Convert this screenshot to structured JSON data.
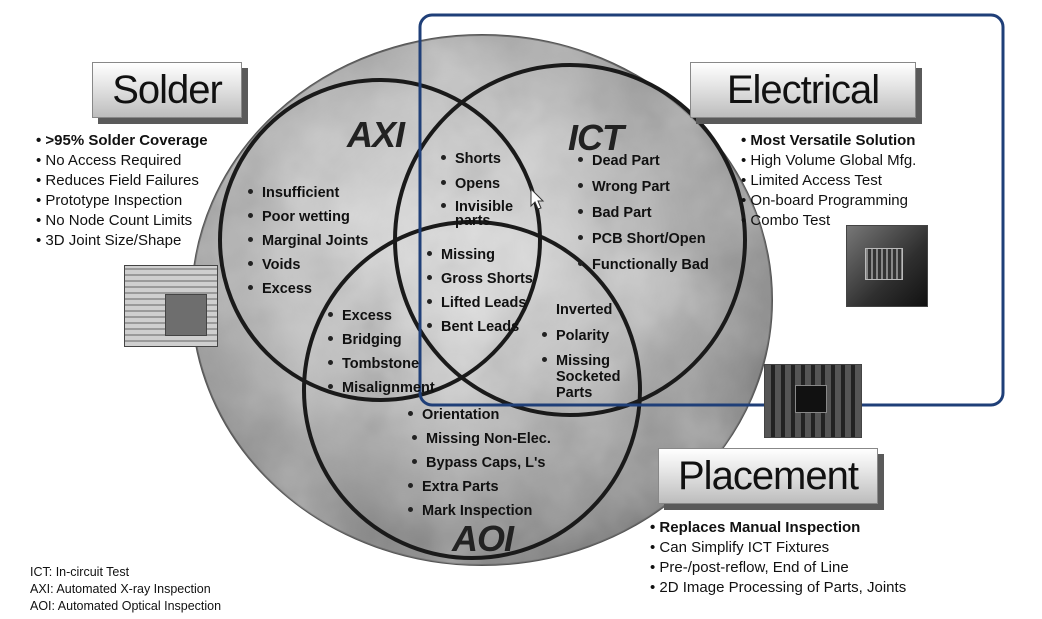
{
  "boxes": {
    "solder": "Solder",
    "electrical": "Electrical",
    "placement": "Placement"
  },
  "solder_bullets": [
    ">95% Solder Coverage",
    "No Access Required",
    "Reduces Field Failures",
    "Prototype Inspection",
    "No Node Count Limits",
    "3D Joint Size/Shape"
  ],
  "electrical_bullets": [
    "Most Versatile Solution",
    "High Volume Global Mfg.",
    "Limited Access Test",
    "On-board Programming",
    "Combo Test"
  ],
  "placement_bullets": [
    "Replaces Manual Inspection",
    "Can Simplify ICT Fixtures",
    "Pre-/post-reflow, End of Line",
    "2D Image Processing of Parts, Joints"
  ],
  "circles": {
    "axi": "AXI",
    "ict": "ICT",
    "aoi": "AOI"
  },
  "axi_only": [
    "Insufficient",
    "Poor wetting",
    "Marginal Joints",
    "Voids",
    "Excess"
  ],
  "axi_ict": [
    "Shorts",
    "Opens",
    "Invisible",
    "parts"
  ],
  "ict_only": [
    "Dead Part",
    "Wrong Part",
    "Bad Part",
    "PCB Short/Open",
    "Functionally Bad"
  ],
  "center": [
    "Missing",
    "Gross Shorts",
    "Lifted Leads",
    "Bent Leads"
  ],
  "axi_aoi": [
    "Excess",
    "Bridging",
    "Tombstone",
    "Misalignment"
  ],
  "ict_aoi": [
    "Inverted",
    "Polarity",
    "Missing",
    "Socketed",
    "Parts"
  ],
  "aoi_only": [
    "Orientation",
    "Missing Non-Elec.",
    "Bypass Caps, L's",
    "Extra Parts",
    "Mark Inspection"
  ],
  "legend": [
    "ICT: In-circuit Test",
    "AXI: Automated X-ray Inspection",
    "AOI: Automated Optical Inspection"
  ],
  "colors": {
    "highlight_box": "#1f3f78"
  }
}
